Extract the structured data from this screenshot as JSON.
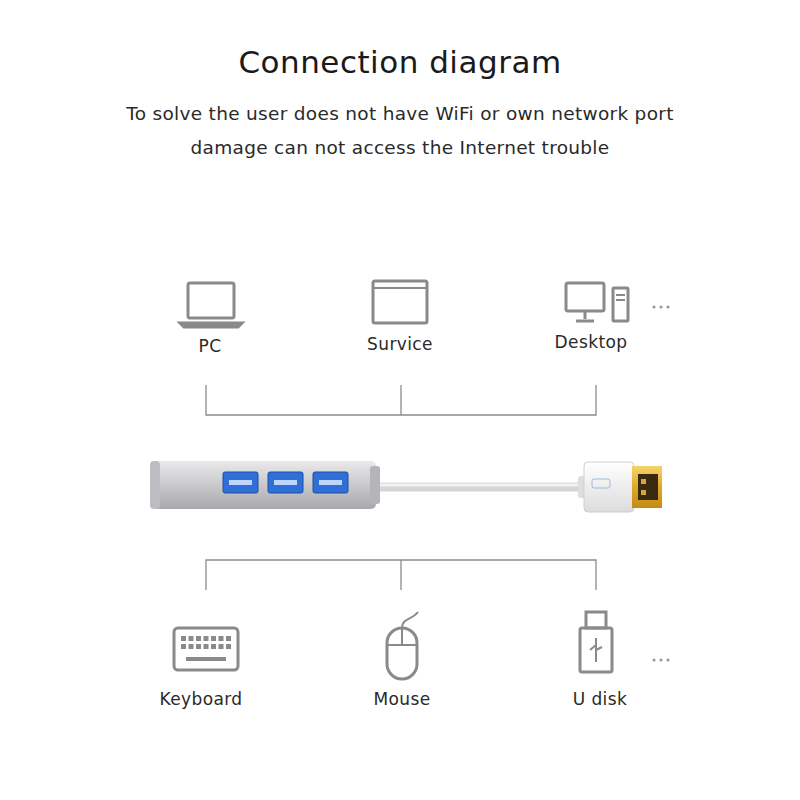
{
  "diagram": {
    "title": "Connection diagram",
    "caption": "To solve the user does not have WiFi or own network port damage can not access the Internet trouble",
    "labels": [
      "PC",
      "Survice",
      "Desktop",
      "Keyboard",
      "Mouse",
      "U disk"
    ]
  }
}
